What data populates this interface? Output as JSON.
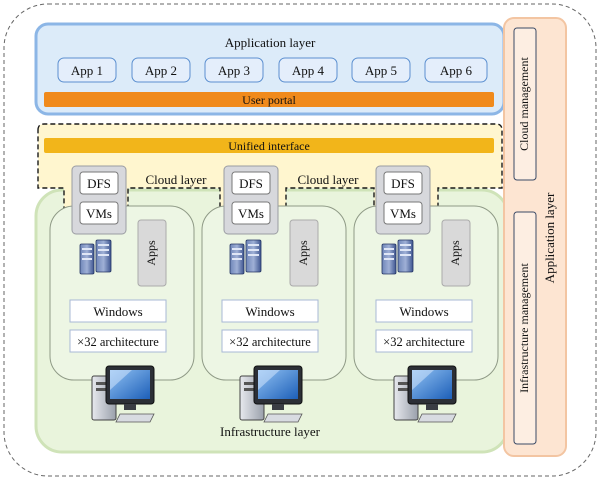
{
  "application_layer": {
    "title": "Application layer",
    "apps": [
      "App 1",
      "App 2",
      "App 3",
      "App 4",
      "App 5",
      "App 6"
    ],
    "portal": "User portal"
  },
  "cloud_layer": {
    "interface": "Unified interface",
    "label": "Cloud layer",
    "dfs": "DFS",
    "vms": "VMs"
  },
  "infrastructure_layer": {
    "title": "Infrastructure layer",
    "apps_label": "Apps",
    "os": "Windows",
    "arch": "×32 architecture"
  },
  "side_panel": {
    "title": "Application layer",
    "cloud_management": "Cloud management",
    "infrastructure_management": "Infrastructure management"
  },
  "colors": {
    "app_layer_fill": "#dcebf9",
    "app_layer_border": "#8cb6e6",
    "portal_orange": "#f08a1c",
    "cloud_yellow": "#fff6cf",
    "interface_gold": "#f2b51a",
    "infra_green": "#e9f4dc",
    "side_peach": "#fde5d2"
  }
}
